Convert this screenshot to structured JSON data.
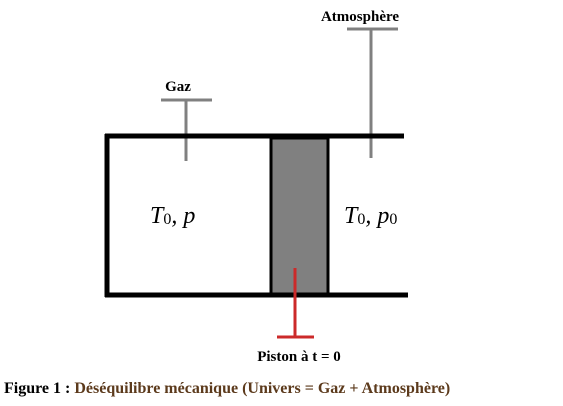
{
  "labels": {
    "atmosphere": "Atmosphère",
    "gas": "Gaz",
    "piston": "Piston à t = 0"
  },
  "left_state": {
    "t_symbol": "T",
    "t_sub": "0",
    "separator": ", ",
    "p_symbol": "p"
  },
  "right_state": {
    "t_symbol": "T",
    "t_sub": "0",
    "separator": ", ",
    "p_symbol": "p",
    "p_sub": "0"
  },
  "caption": {
    "prefix": "Figure 1 : ",
    "text": "Déséquilibre mécanique (Univers = Gaz + Atmosphère)"
  },
  "colors": {
    "wall": "#000000",
    "piston_fill": "#808080",
    "pointer": "#808080",
    "piston_marker": "#cc2a2a",
    "caption_text": "#5c3a1c"
  }
}
